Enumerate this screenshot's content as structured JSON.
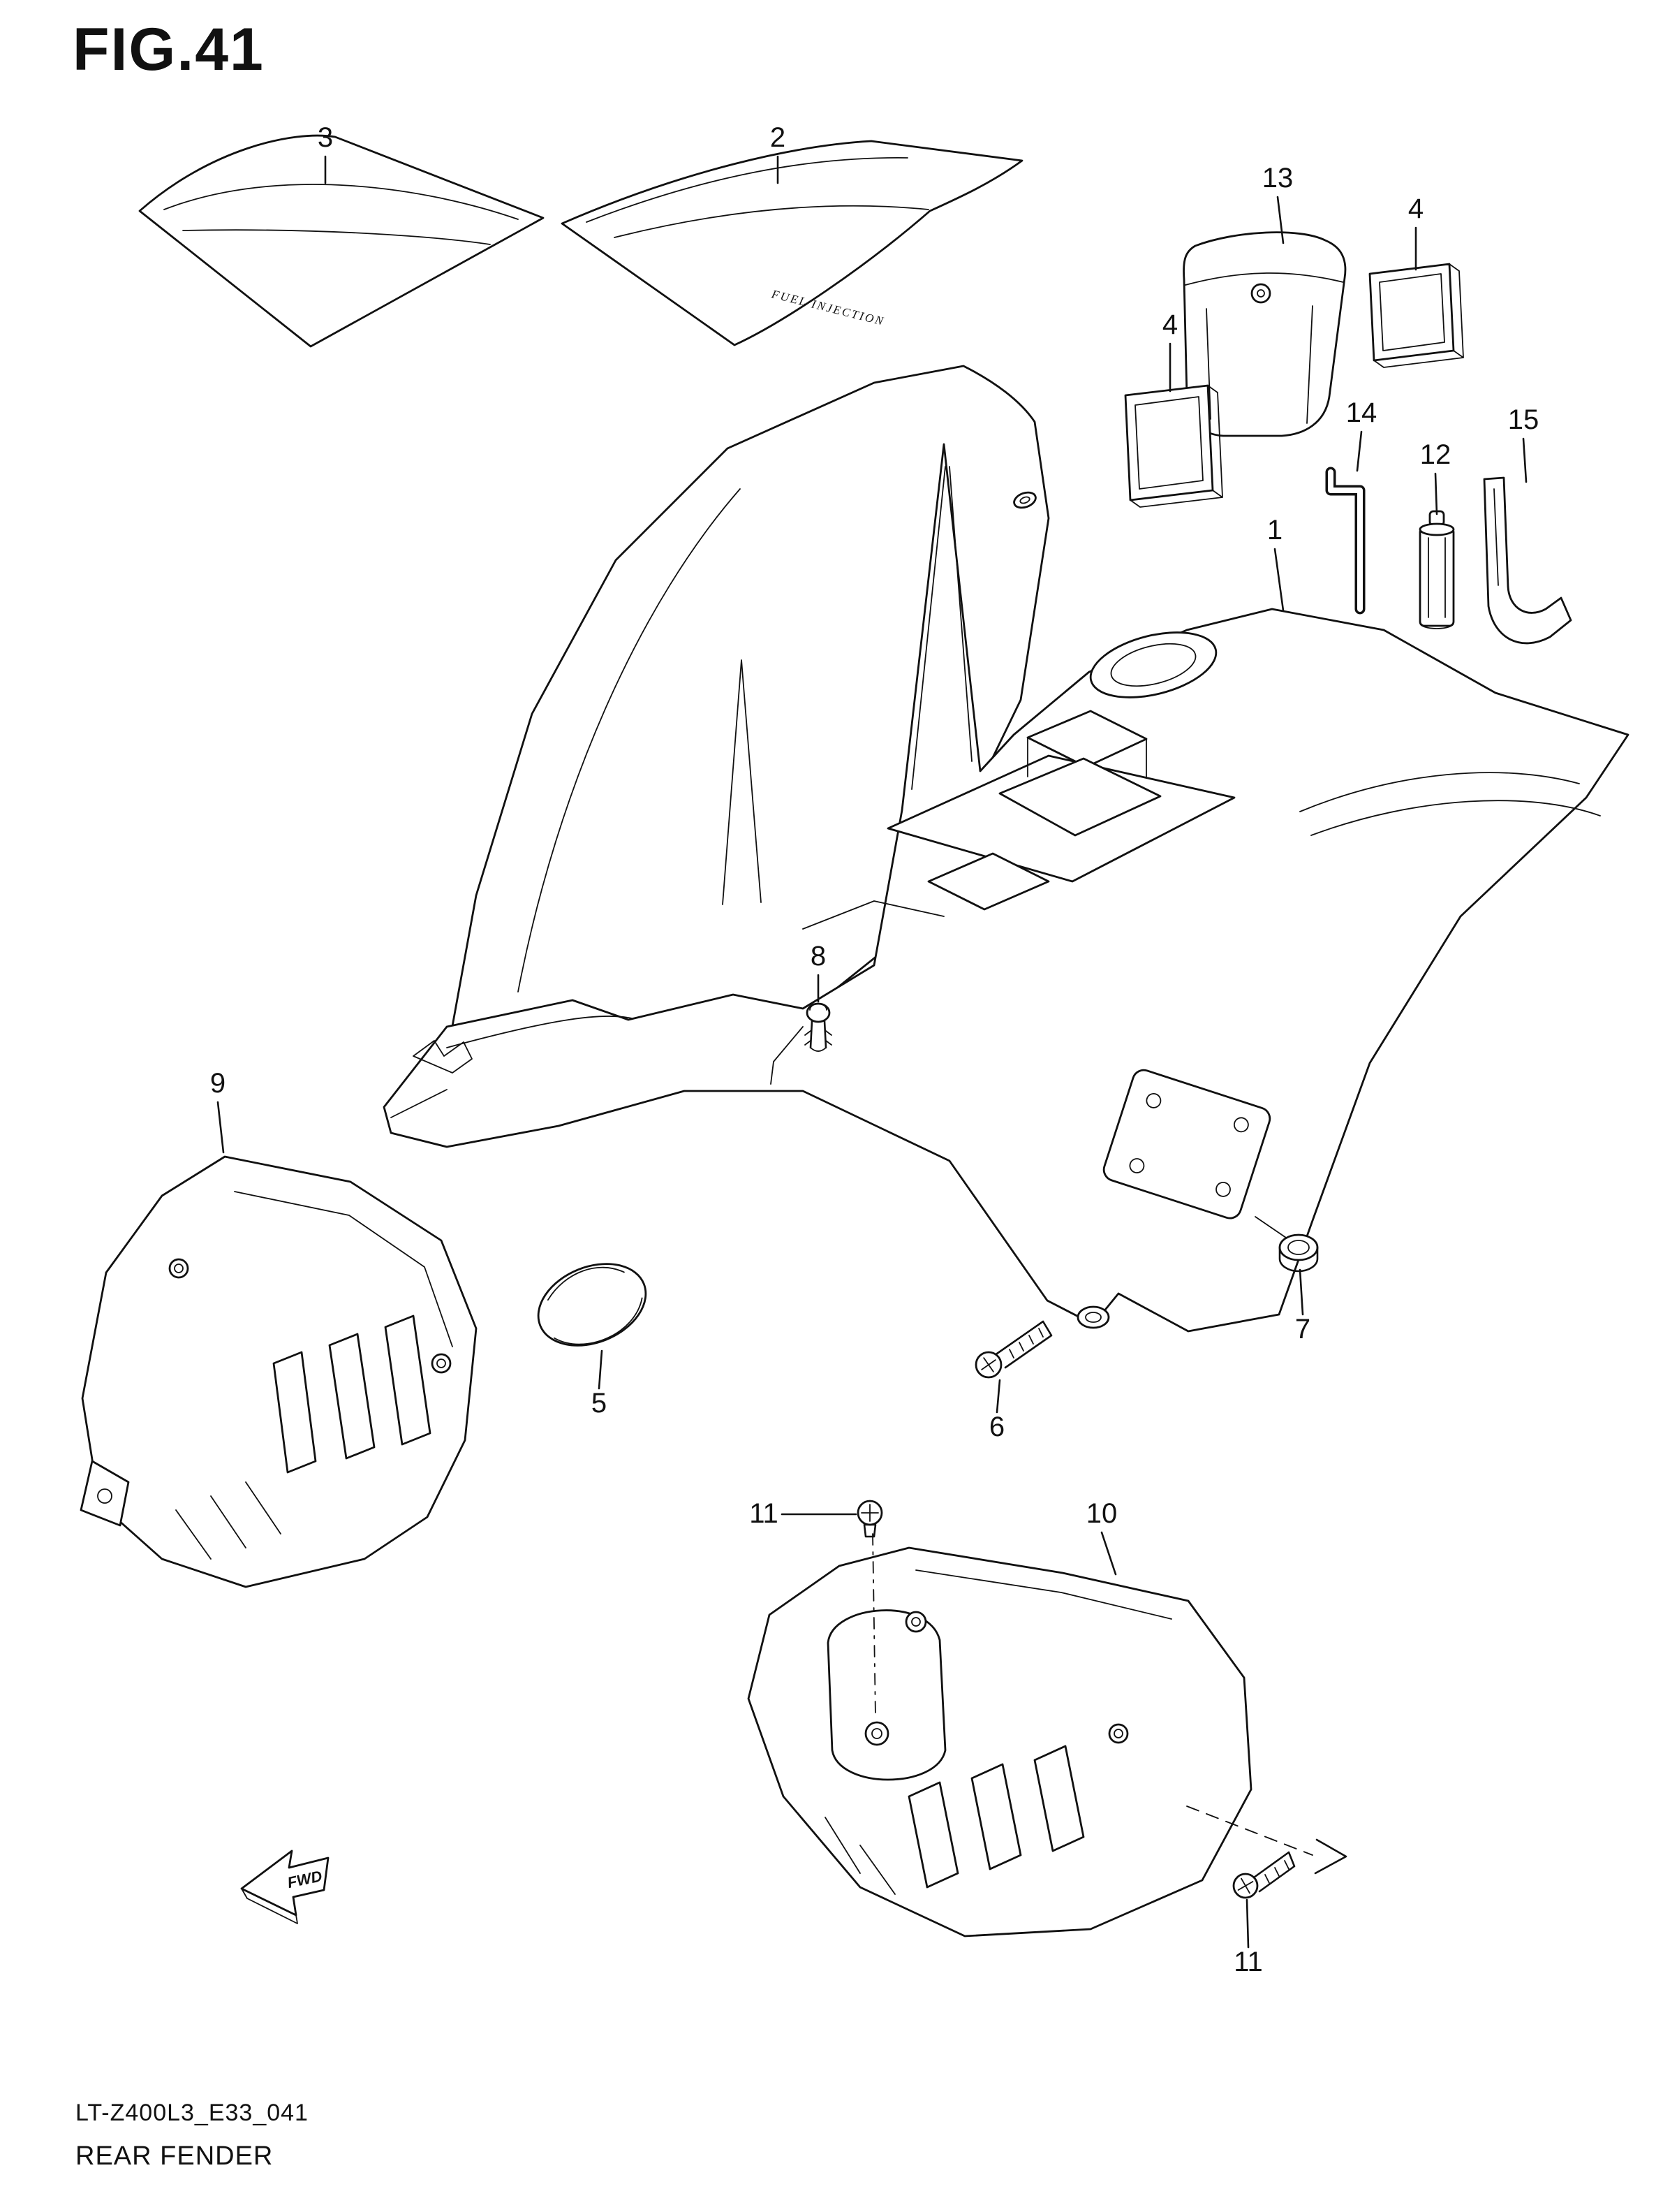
{
  "figure": {
    "title": "FIG.41",
    "code": "LT-Z400L3_E33_041",
    "name": "REAR FENDER"
  },
  "drawing": {
    "fwd_label": "FWD",
    "decal_text": "FUEL INJECTION"
  },
  "callouts": [
    {
      "label": "3"
    },
    {
      "label": "2"
    },
    {
      "label": "13"
    },
    {
      "label": "4"
    },
    {
      "label": "4"
    },
    {
      "label": "14"
    },
    {
      "label": "12"
    },
    {
      "label": "15"
    },
    {
      "label": "1"
    },
    {
      "label": "8"
    },
    {
      "label": "9"
    },
    {
      "label": "5"
    },
    {
      "label": "6"
    },
    {
      "label": "7"
    },
    {
      "label": "11"
    },
    {
      "label": "10"
    },
    {
      "label": "11"
    }
  ],
  "colors": {
    "line": "#111111",
    "paper": "#ffffff"
  }
}
